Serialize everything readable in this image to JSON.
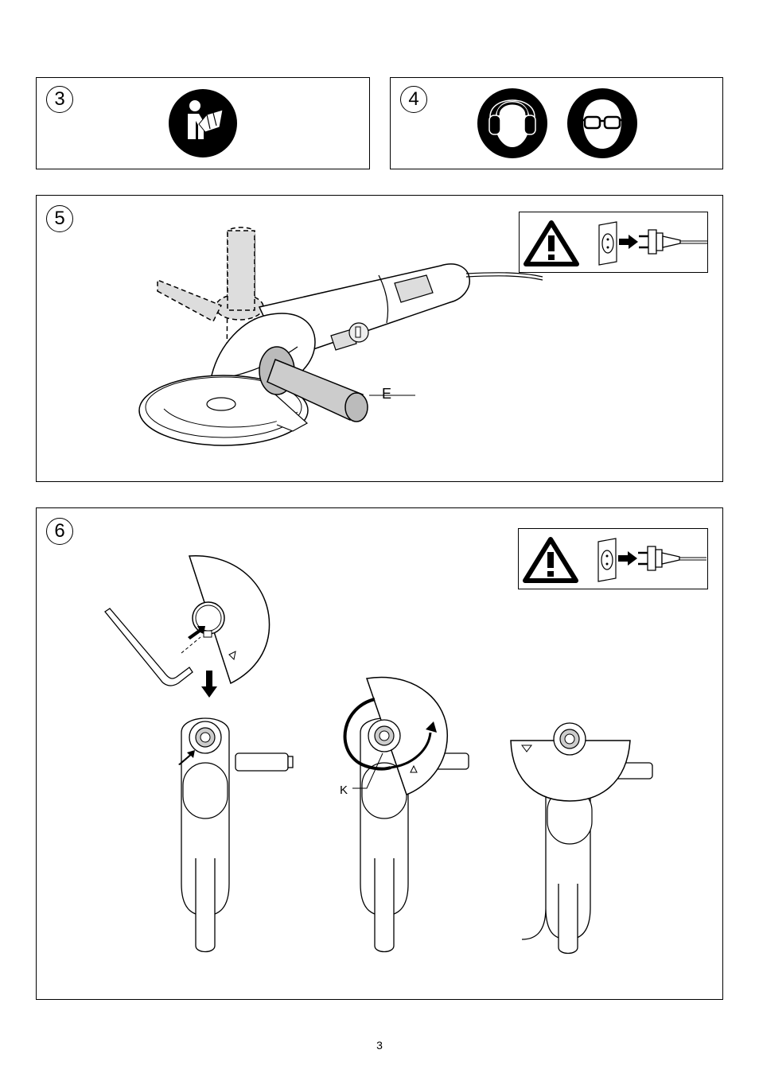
{
  "figures": {
    "fig3": {
      "number": "3",
      "pictogram": "read-manual-icon"
    },
    "fig4": {
      "number": "4",
      "pictograms": [
        "ear-protection-icon",
        "eye-protection-icon"
      ]
    },
    "fig5": {
      "number": "5",
      "label_E": "E",
      "warning": [
        "warning-triangle-icon",
        "socket-icon",
        "unplug-arrow-icon",
        "plug-icon"
      ]
    },
    "fig6": {
      "number": "6",
      "label_K": "K",
      "warning": [
        "warning-triangle-icon",
        "socket-icon",
        "unplug-arrow-icon",
        "plug-icon"
      ]
    }
  },
  "page_number": "3"
}
